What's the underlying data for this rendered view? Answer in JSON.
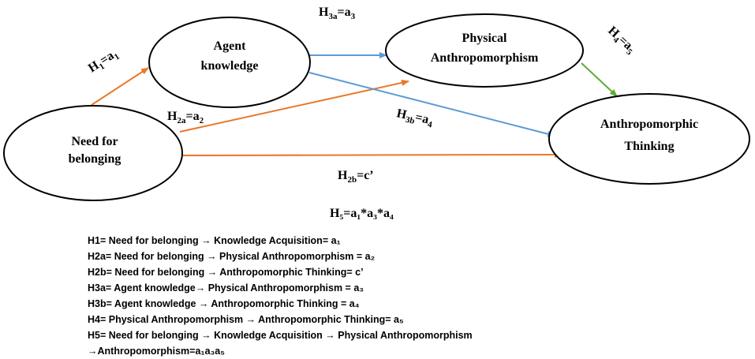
{
  "nodes": {
    "agent": [
      "Agent",
      "knowledge"
    ],
    "physical": [
      "Physical",
      "Anthropomorphism"
    ],
    "need": [
      "Need for",
      "belonging"
    ],
    "thinking": [
      "Anthropomorphic",
      "Thinking"
    ]
  },
  "paths": {
    "h1": {
      "h": "H",
      "hs": "1",
      "e": "=a",
      "es": "1"
    },
    "h2a": {
      "h": "H",
      "hs": "2a",
      "e": "=a",
      "es": "2"
    },
    "h2b": {
      "h": "H",
      "hs": "2b",
      "e": "=c’",
      "es": ""
    },
    "h3a": {
      "h": "H",
      "hs": "3a",
      "e": "=a",
      "es": "3"
    },
    "h3b": {
      "h": "H",
      "hs": "3b",
      "e": "=a",
      "es": "4"
    },
    "h4": {
      "h": "H",
      "hs": "4",
      "e": "=a",
      "es": "5"
    }
  },
  "h5_formula": "H₅=a₁*a₃*a₄",
  "legend": [
    "H1= Need for belonging → Knowledge Acquisition= a₁",
    "H2a= Need for belonging → Physical Anthropomorphism = a₂",
    "H2b= Need for belonging → Anthropomorphic Thinking= c’",
    "H3a= Agent knowledge→ Physical Anthropomorphism = a₃",
    "H3b= Agent knowledge → Anthropomorphic Thinking = a₄",
    "H4= Physical Anthropomorphism → Anthropomorphic Thinking= a₅",
    "H5= Need for belonging → Knowledge Acquisition → Physical Anthropomorphism",
    "→Anthropomorphism=a₁a₃a₅"
  ],
  "colors": {
    "orange": "#E8782A",
    "blue": "#5B9BD5",
    "green": "#5FAA35"
  }
}
